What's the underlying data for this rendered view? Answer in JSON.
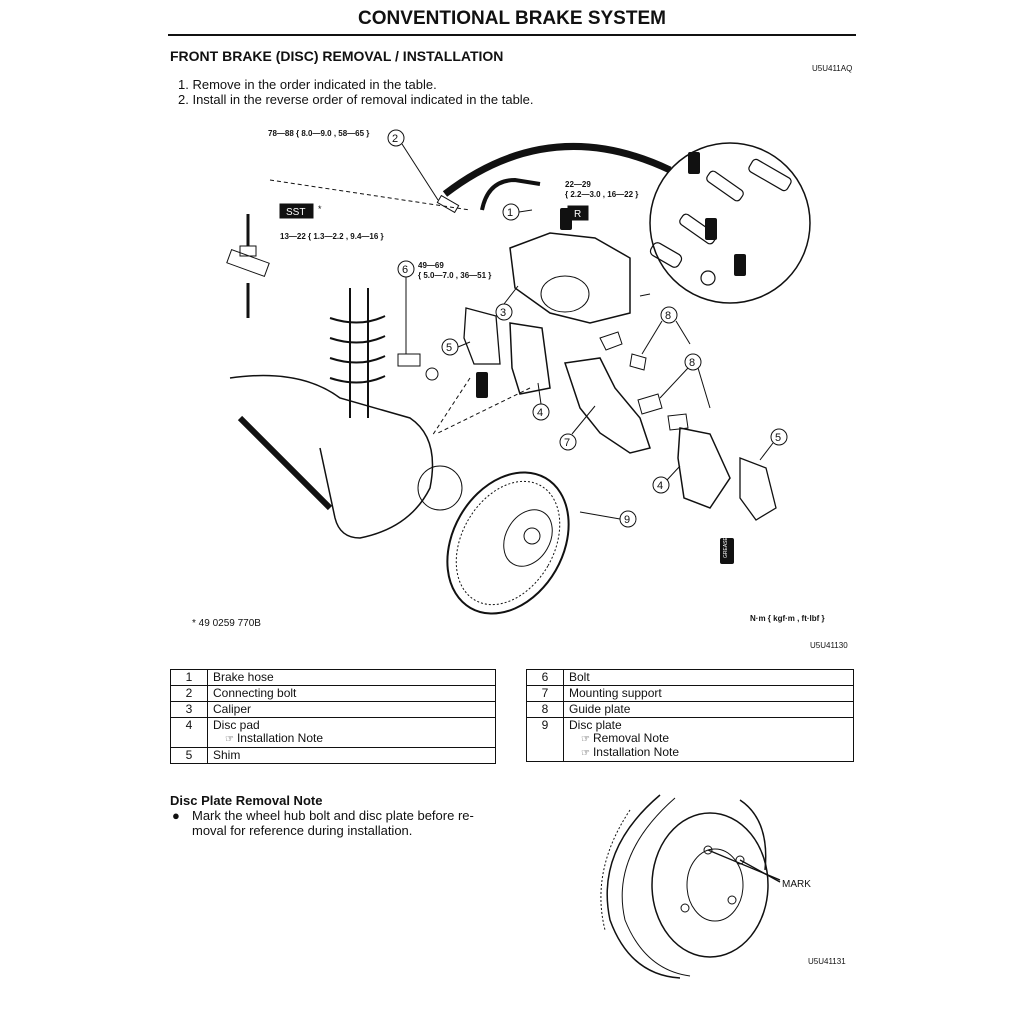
{
  "page_title": "CONVENTIONAL BRAKE SYSTEM",
  "section": {
    "heading": "FRONT BRAKE (DISC) REMOVAL / INSTALLATION",
    "code": "U5U411AQ",
    "steps": [
      "1. Remove in the order indicated in the table.",
      "2. Install in the reverse order of removal indicated in the table."
    ]
  },
  "diagram": {
    "torque_hose_bolt": "78—88 { 8.0—9.0 , 58—65 }",
    "torque_caliper_bolt": "22—29",
    "torque_caliper_bolt_b": "{ 2.2—3.0 , 16—22 }",
    "torque_bleeder": "13—22 { 1.3—2.2 , 9.4—16 }",
    "torque_mount_bolt": "49—69",
    "torque_mount_bolt_b": "{ 5.0—7.0 , 36—51 }",
    "sst_label": "SST",
    "sst_star": "*",
    "r_label": "R",
    "grease_label": "GREASE",
    "callouts": [
      "1",
      "2",
      "3",
      "4",
      "5",
      "6",
      "7",
      "8",
      "9"
    ],
    "sst_number": "* 49 0259 770B",
    "units": "N·m { kgf·m , ft·lbf }",
    "code": "U5U41130"
  },
  "table_left": [
    {
      "num": "1",
      "name": "Brake hose",
      "notes": []
    },
    {
      "num": "2",
      "name": "Connecting bolt",
      "notes": []
    },
    {
      "num": "3",
      "name": "Caliper",
      "notes": []
    },
    {
      "num": "4",
      "name": "Disc pad",
      "notes": [
        "Installation Note"
      ]
    },
    {
      "num": "5",
      "name": "Shim",
      "notes": []
    }
  ],
  "table_right": [
    {
      "num": "6",
      "name": "Bolt",
      "notes": []
    },
    {
      "num": "7",
      "name": "Mounting support",
      "notes": []
    },
    {
      "num": "8",
      "name": "Guide plate",
      "notes": []
    },
    {
      "num": "9",
      "name": "Disc plate",
      "notes": [
        "Removal Note",
        "Installation Note"
      ]
    }
  ],
  "note_icon": "☞",
  "removal_note": {
    "heading": "Disc Plate Removal Note",
    "bullet": "●",
    "text": "Mark the wheel hub bolt and disc plate before re-moval for reference during installation.",
    "mark_label": "MARK",
    "code": "U5U41131"
  }
}
